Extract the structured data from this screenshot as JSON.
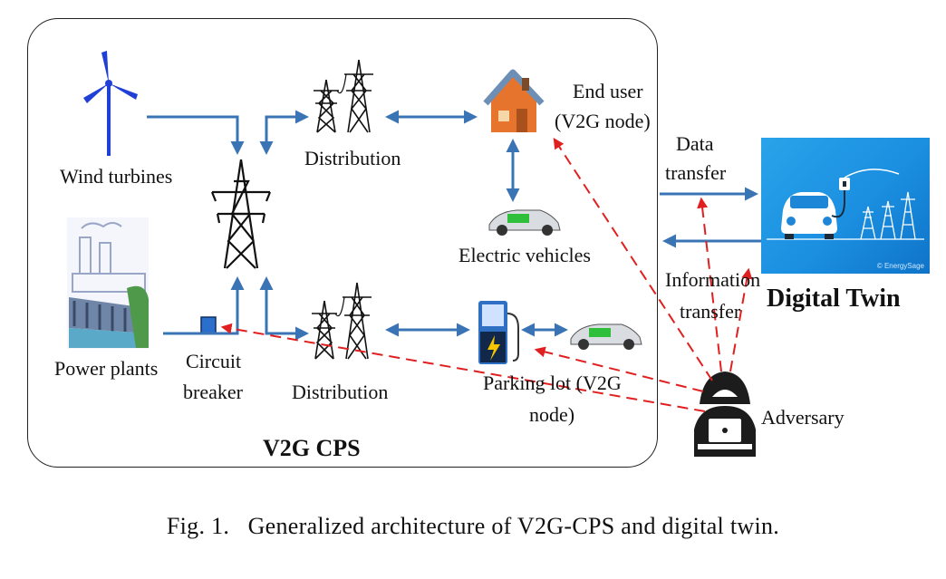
{
  "labels": {
    "wind_turbines": "Wind turbines",
    "power_plants": "Power plants",
    "circuit_breaker_line1": "Circuit",
    "circuit_breaker_line2": "breaker",
    "distribution_top": "Distribution",
    "distribution_bottom": "Distribution",
    "end_user_line1": "End user",
    "end_user_line2": "(V2G node)",
    "electric_vehicles": "Electric vehicles",
    "parking_lot_line1": "Parking lot (V2G",
    "parking_lot_line2": "node)",
    "data_transfer_line1": "Data",
    "data_transfer_line2": "transfer",
    "information_transfer_line1": "Information",
    "information_transfer_line2": "transfer",
    "adversary": "Adversary",
    "cps_title": "V2G CPS",
    "digital_twin": "Digital Twin",
    "dt_watermark": "© EnergySage"
  },
  "caption": "Fig. 1.   Generalized architecture of V2G-CPS and digital twin.",
  "colors": {
    "flow_arrow": "#3a74b4",
    "attack_arrow": "#e02020",
    "twin_panel": "#1f95e4",
    "vehicle_accent": "#2fbf3a",
    "house_roof": "#6e8fb5",
    "house_wall": "#e7742c",
    "charger": "#2f6fc4",
    "adversary": "#1c1c1c"
  }
}
